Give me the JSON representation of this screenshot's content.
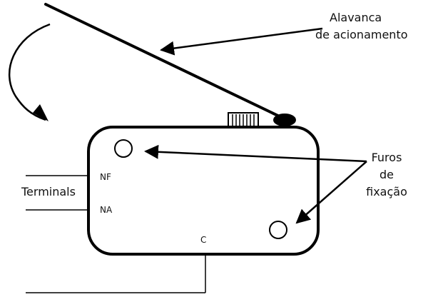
{
  "labels": {
    "lever_line1": "Alavanca",
    "lever_line2": "de acionamento",
    "holes_line1": "Furos",
    "holes_line2": "de",
    "holes_line3": "fixação",
    "terminals": "Terminals",
    "nf": "NF",
    "na": "NA",
    "c": "C"
  },
  "colors": {
    "ink": "#000000",
    "background": "#ffffff"
  }
}
